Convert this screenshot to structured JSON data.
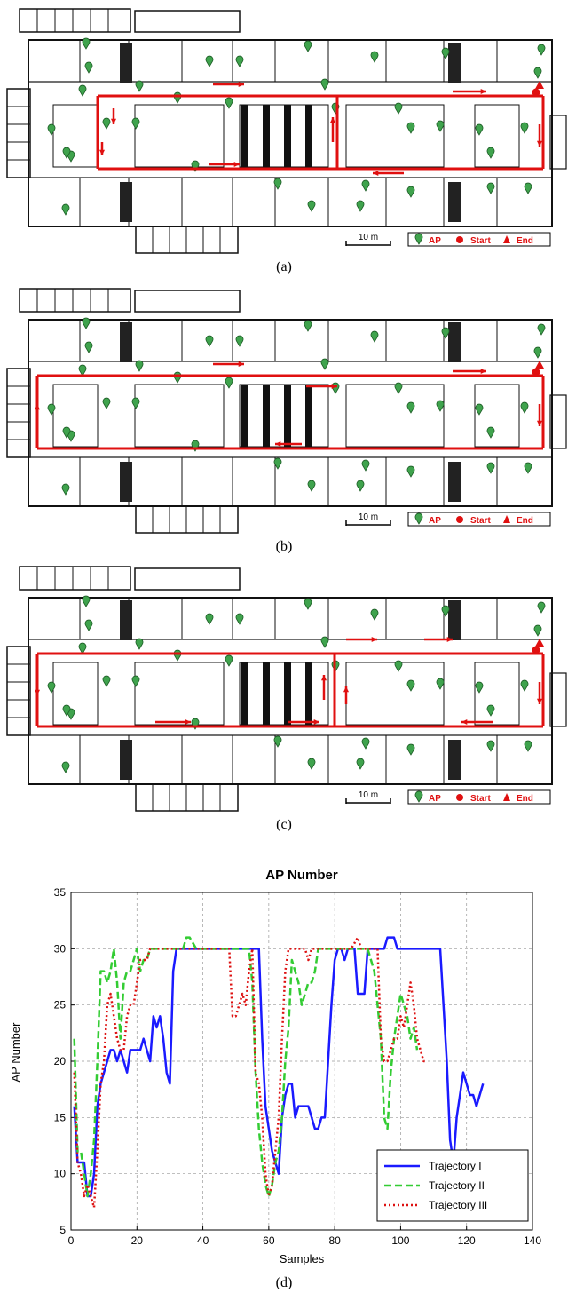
{
  "panels": [
    {
      "id": "a",
      "caption": "(a)",
      "scale_label": "10 m",
      "legend": {
        "ap": "AP",
        "start": "Start",
        "end": "End"
      },
      "colors": {
        "route": "#e01010",
        "ap": "#3fa34d"
      }
    },
    {
      "id": "b",
      "caption": "(b)",
      "scale_label": "10 m",
      "legend": {
        "ap": "AP",
        "start": "Start",
        "end": "End"
      },
      "colors": {
        "route": "#e01010",
        "ap": "#3fa34d"
      }
    },
    {
      "id": "c",
      "caption": "(c)",
      "scale_label": "10 m",
      "legend": {
        "ap": "AP",
        "start": "Start",
        "end": "End"
      },
      "colors": {
        "route": "#e01010",
        "ap": "#3fa34d"
      }
    }
  ],
  "chart_caption": "(d)",
  "chart_data": {
    "type": "line",
    "title": "AP Number",
    "xlabel": "Samples",
    "ylabel": "AP Number",
    "xlim": [
      0,
      140
    ],
    "ylim": [
      5,
      35
    ],
    "xticks": [
      0,
      20,
      40,
      60,
      80,
      100,
      120,
      140
    ],
    "yticks": [
      5,
      10,
      15,
      20,
      25,
      30,
      35
    ],
    "grid": true,
    "legend_position": "bottom-right",
    "series": [
      {
        "name": "Trajectory I",
        "color": "#1a1aff",
        "style": "solid",
        "x": [
          1,
          2,
          3,
          4,
          5,
          6,
          7,
          8,
          9,
          10,
          11,
          12,
          13,
          14,
          15,
          16,
          17,
          18,
          19,
          20,
          21,
          22,
          23,
          24,
          25,
          26,
          27,
          28,
          29,
          30,
          31,
          32,
          33,
          35,
          40,
          45,
          50,
          55,
          57,
          58,
          59,
          60,
          61,
          62,
          63,
          64,
          65,
          66,
          67,
          68,
          69,
          70,
          71,
          72,
          73,
          74,
          75,
          76,
          77,
          78,
          79,
          80,
          81,
          82,
          83,
          84,
          85,
          86,
          87,
          88,
          89,
          90,
          91,
          92,
          93,
          94,
          95,
          96,
          97,
          98,
          99,
          100,
          102,
          105,
          108,
          111,
          112,
          113,
          114,
          115,
          116,
          117,
          118,
          119,
          120,
          121,
          122,
          123,
          124,
          125
        ],
        "y": [
          16,
          11,
          11,
          11,
          8,
          8,
          10,
          16,
          18,
          19,
          20,
          21,
          21,
          20,
          21,
          20,
          19,
          21,
          21,
          21,
          21,
          22,
          21,
          20,
          24,
          23,
          24,
          22,
          19,
          18,
          28,
          30,
          30,
          30,
          30,
          30,
          30,
          30,
          30,
          22,
          16,
          14,
          12,
          11,
          10,
          15,
          17,
          18,
          18,
          15,
          16,
          16,
          16,
          16,
          15,
          14,
          14,
          15,
          15,
          20,
          25,
          29,
          30,
          30,
          29,
          30,
          30,
          30,
          26,
          26,
          26,
          30,
          30,
          30,
          30,
          30,
          30,
          31,
          31,
          31,
          30,
          30,
          30,
          30,
          30,
          30,
          30,
          25,
          20,
          13,
          11,
          15,
          17,
          19,
          18,
          17,
          17,
          16,
          17,
          18
        ]
      },
      {
        "name": "Trajectory II",
        "color": "#33cc33",
        "style": "dashed",
        "x": [
          1,
          2,
          3,
          4,
          5,
          6,
          7,
          8,
          9,
          10,
          11,
          12,
          13,
          14,
          15,
          16,
          17,
          18,
          19,
          20,
          21,
          22,
          23,
          24,
          25,
          26,
          27,
          28,
          29,
          30,
          32,
          34,
          35,
          36,
          38,
          40,
          50,
          53,
          54,
          55,
          56,
          57,
          58,
          59,
          60,
          61,
          62,
          63,
          64,
          65,
          66,
          67,
          68,
          69,
          70,
          71,
          72,
          73,
          74,
          75,
          76,
          77,
          78,
          79,
          80,
          82,
          84,
          86,
          88,
          90,
          92,
          93,
          94,
          95,
          96,
          97,
          98,
          99,
          100,
          101,
          102,
          103,
          104,
          105
        ],
        "y": [
          22,
          12,
          12,
          10,
          8,
          10,
          13,
          20,
          28,
          28,
          27,
          28,
          30,
          27,
          22,
          27,
          28,
          28,
          29,
          30,
          28,
          29,
          29,
          30,
          30,
          30,
          30,
          30,
          30,
          30,
          30,
          30,
          31,
          31,
          30,
          30,
          30,
          30,
          30,
          27,
          19,
          14,
          11,
          9,
          8,
          9,
          11,
          12,
          15,
          20,
          23,
          29,
          28,
          27,
          25,
          26,
          27,
          27,
          28,
          30,
          30,
          30,
          30,
          30,
          30,
          30,
          30,
          30,
          30,
          30,
          28,
          25,
          22,
          15,
          14,
          19,
          22,
          24,
          26,
          25,
          24,
          22,
          23,
          21
        ]
      },
      {
        "name": "Trajectory III",
        "color": "#dd1111",
        "style": "dotted",
        "x": [
          1,
          2,
          3,
          4,
          5,
          6,
          7,
          8,
          9,
          10,
          11,
          12,
          13,
          14,
          15,
          16,
          17,
          18,
          19,
          20,
          21,
          22,
          23,
          24,
          25,
          26,
          27,
          28,
          29,
          30,
          35,
          40,
          45,
          48,
          49,
          50,
          51,
          52,
          53,
          54,
          55,
          56,
          57,
          58,
          59,
          60,
          61,
          62,
          63,
          64,
          65,
          66,
          67,
          68,
          69,
          70,
          71,
          72,
          73,
          75,
          80,
          85,
          87,
          88,
          90,
          93,
          94,
          95,
          96,
          97,
          98,
          99,
          100,
          101,
          102,
          103,
          104,
          105,
          106,
          107,
          108
        ],
        "y": [
          19,
          11,
          10,
          8,
          9,
          8,
          7,
          12,
          18,
          20,
          25,
          26,
          24,
          22,
          21,
          21,
          24,
          25,
          25,
          27,
          29,
          29,
          29,
          30,
          30,
          30,
          30,
          30,
          30,
          30,
          30,
          30,
          30,
          30,
          24,
          24,
          25,
          26,
          25,
          28,
          30,
          19,
          18,
          15,
          10,
          8,
          9,
          12,
          15,
          22,
          28,
          30,
          30,
          30,
          30,
          30,
          30,
          29,
          30,
          30,
          30,
          30,
          31,
          30,
          30,
          30,
          22,
          20,
          20,
          21,
          22,
          22,
          24,
          23,
          25,
          27,
          25,
          22,
          21,
          20,
          20
        ]
      }
    ]
  }
}
